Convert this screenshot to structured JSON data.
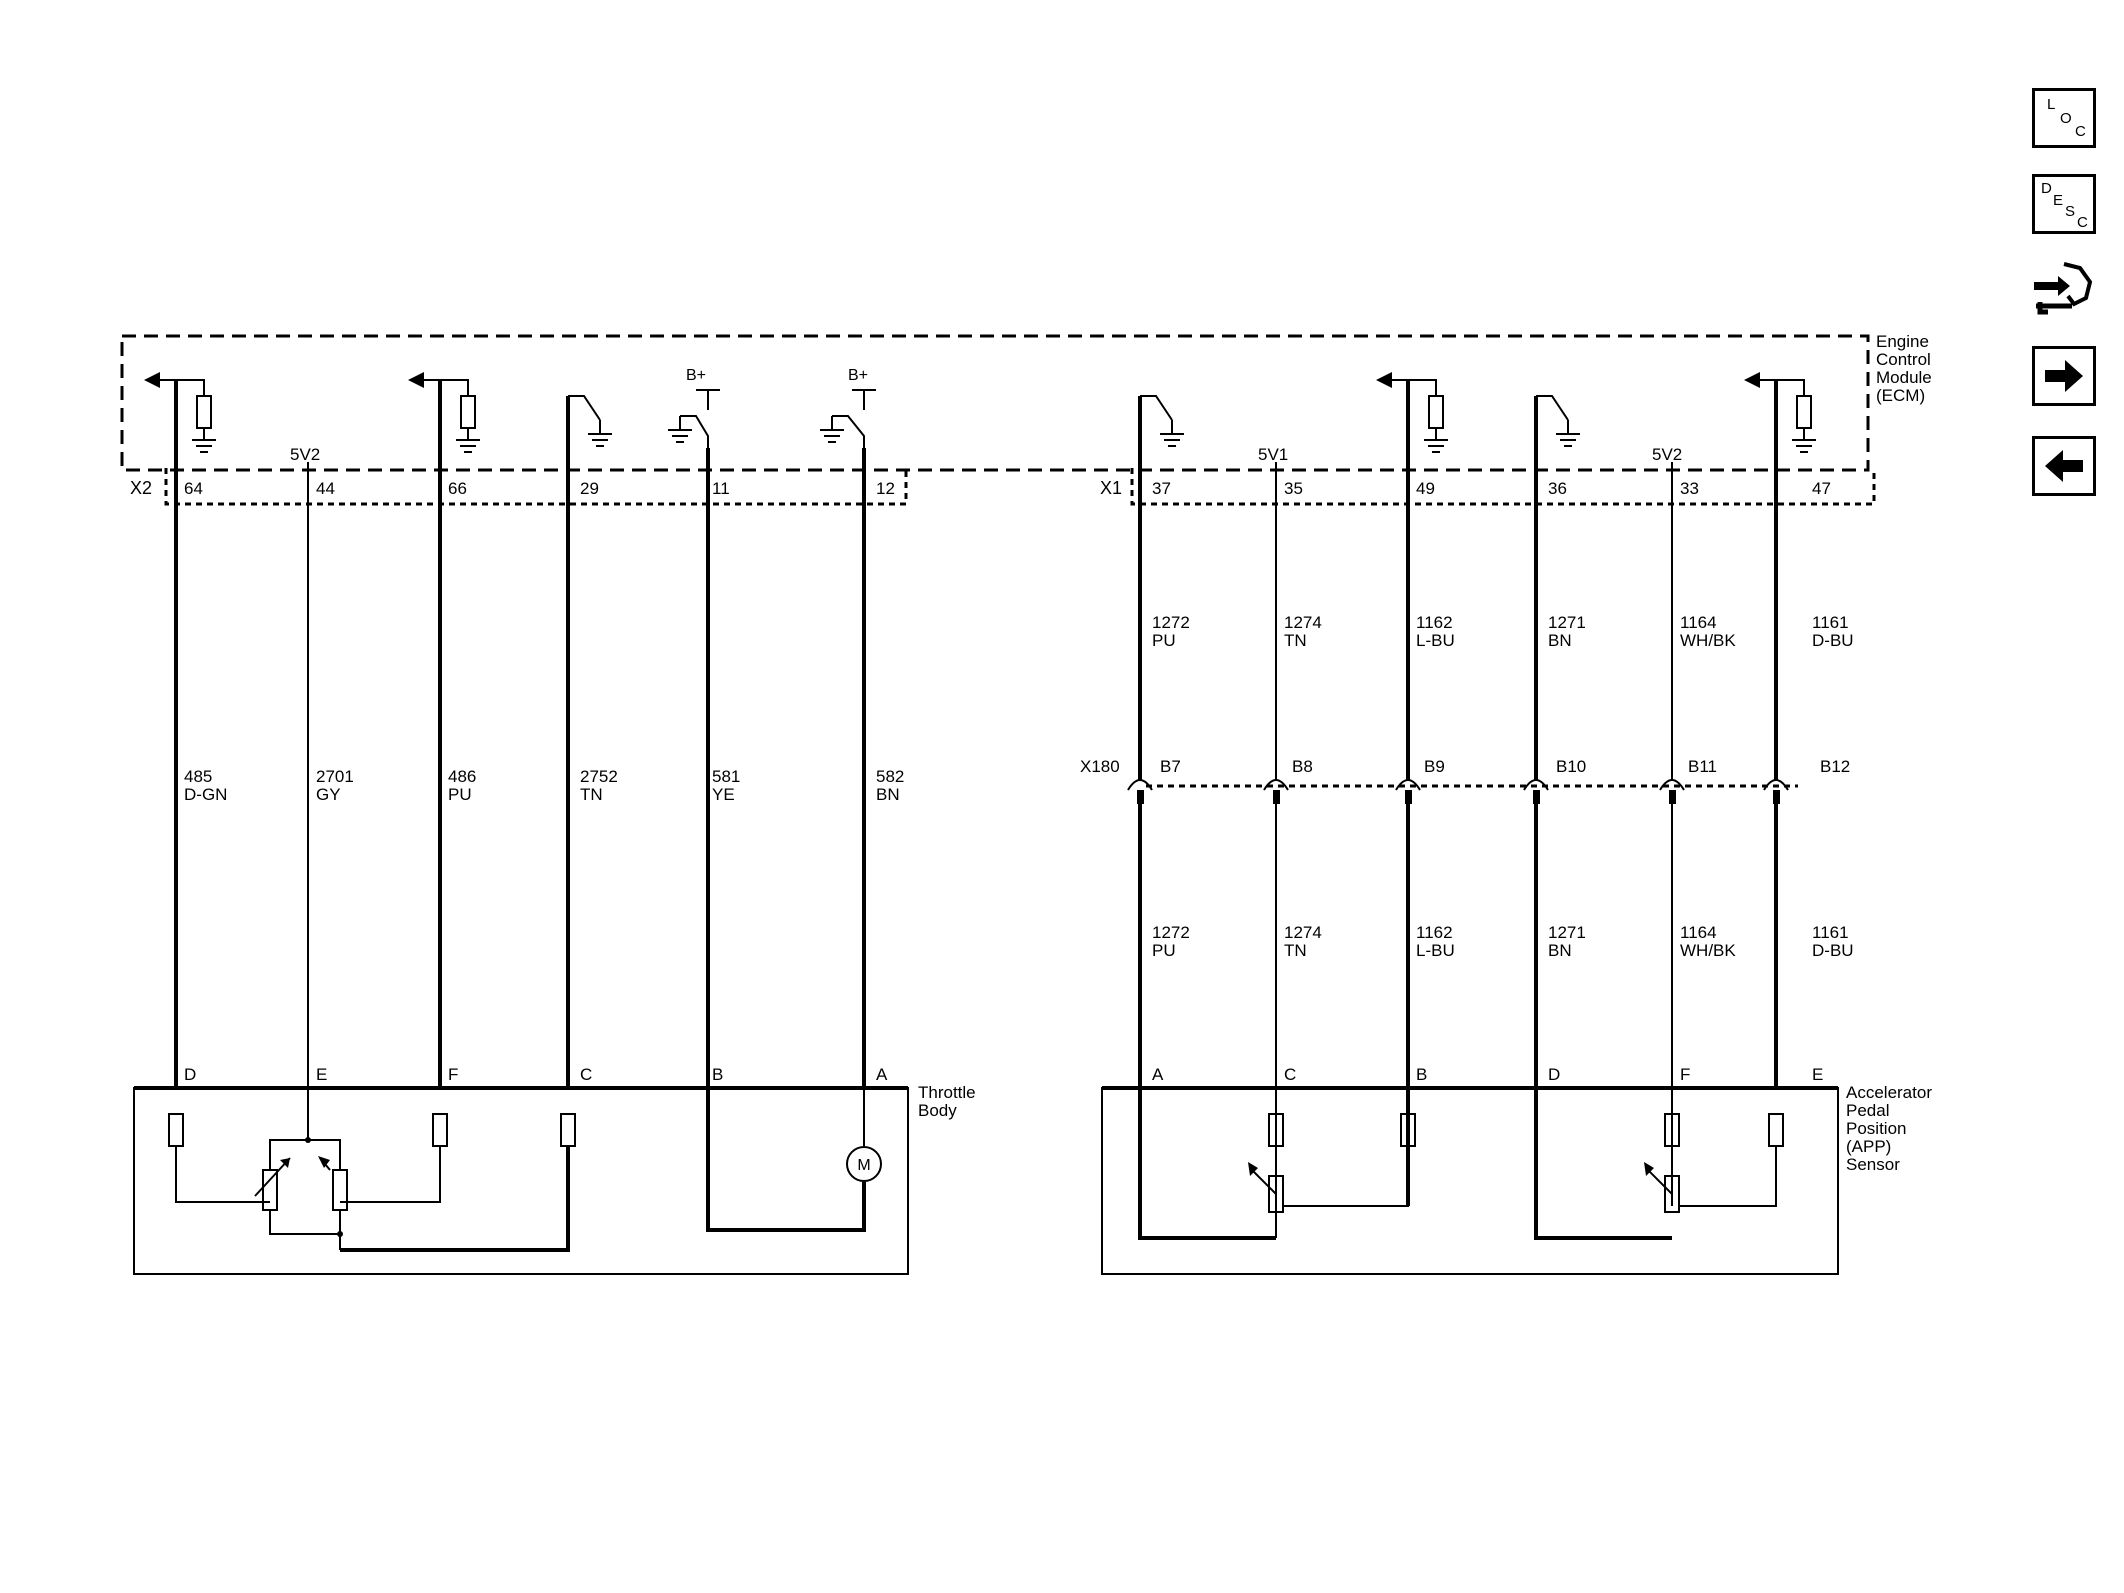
{
  "ecm": {
    "line1": "Engine",
    "line2": "Control",
    "line3": "Module",
    "line4": "(ECM)"
  },
  "connectors": {
    "x2": "X2",
    "x1": "X1",
    "x180": "X180"
  },
  "supply": {
    "b_plus": "B+"
  },
  "refs": {
    "throttle_5v": "5V2",
    "app_5v1": "5V1",
    "app_5v2": "5V2"
  },
  "circuits": [
    {
      "ecm_pin": "64",
      "wire_num": "485",
      "wire_color": "D-GN",
      "comp_pin": "D"
    },
    {
      "ecm_pin": "44",
      "wire_num": "2701",
      "wire_color": "GY",
      "comp_pin": "E"
    },
    {
      "ecm_pin": "66",
      "wire_num": "486",
      "wire_color": "PU",
      "comp_pin": "F"
    },
    {
      "ecm_pin": "29",
      "wire_num": "2752",
      "wire_color": "TN",
      "comp_pin": "C"
    },
    {
      "ecm_pin": "11",
      "wire_num": "581",
      "wire_color": "YE",
      "comp_pin": "B"
    },
    {
      "ecm_pin": "12",
      "wire_num": "582",
      "wire_color": "BN",
      "comp_pin": "A"
    },
    {
      "ecm_pin": "37",
      "wire_num": "1272",
      "wire_color": "PU",
      "x180_pin": "B7",
      "comp_pin": "A"
    },
    {
      "ecm_pin": "35",
      "wire_num": "1274",
      "wire_color": "TN",
      "x180_pin": "B8",
      "comp_pin": "C"
    },
    {
      "ecm_pin": "49",
      "wire_num": "1162",
      "wire_color": "L-BU",
      "x180_pin": "B9",
      "comp_pin": "B"
    },
    {
      "ecm_pin": "36",
      "wire_num": "1271",
      "wire_color": "BN",
      "x180_pin": "B10",
      "comp_pin": "D"
    },
    {
      "ecm_pin": "33",
      "wire_num": "1164",
      "wire_color": "WH/BK",
      "x180_pin": "B11",
      "comp_pin": "F"
    },
    {
      "ecm_pin": "47",
      "wire_num": "1161",
      "wire_color": "D-BU",
      "x180_pin": "B12",
      "comp_pin": "E"
    }
  ],
  "throttle_body": {
    "line1": "Throttle",
    "line2": "Body",
    "motor": "M"
  },
  "app_sensor": {
    "line1": "Accelerator",
    "line2": "Pedal",
    "line3": "Position",
    "line4": "(APP)",
    "line5": "Sensor"
  },
  "nav": {
    "loc": {
      "c1": "L",
      "c2": "O",
      "c3": "C"
    },
    "desc": {
      "c1": "D",
      "c2": "E",
      "c3": "S",
      "c4": "C"
    },
    "icons": [
      "connector-repair-icon",
      "arrow-right-icon",
      "arrow-left-icon"
    ]
  }
}
